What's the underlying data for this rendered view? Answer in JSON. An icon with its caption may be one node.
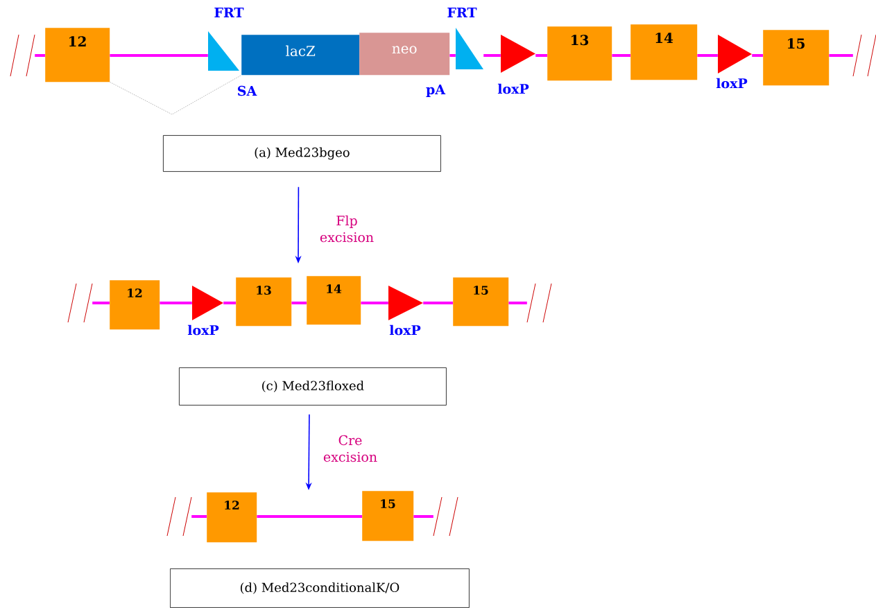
{
  "diagram": {
    "nodes": [
      {
        "text": [],
        "shape": "slash"
      },
      {
        "text": [
          "12"
        ]
      },
      {
        "text": [],
        "shape": "triangle",
        "beside": [
          "FRT"
        ]
      },
      {
        "text": [
          "lacZ"
        ],
        "beside": [
          "SA"
        ]
      },
      {
        "text": [
          "neo"
        ],
        "beside": [
          "pA"
        ]
      },
      {
        "text": [],
        "shape": "triangle",
        "beside": [
          "FRT"
        ]
      },
      {
        "text": [],
        "shape": "triangle",
        "beside": [
          "loxP"
        ]
      },
      {
        "text": [
          "13"
        ]
      },
      {
        "text": [
          "14"
        ]
      },
      {
        "text": [],
        "shape": "triangle",
        "beside": [
          "loxP"
        ]
      },
      {
        "text": [
          "15"
        ]
      },
      {
        "text": [],
        "shape": "slash"
      },
      {
        "text": [
          "(a) Med23bgeo"
        ]
      },
      {
        "text": [],
        "shape": "slash"
      },
      {
        "text": [
          "12"
        ]
      },
      {
        "text": [],
        "shape": "triangle",
        "beside": [
          "loxP"
        ]
      },
      {
        "text": [
          "13"
        ]
      },
      {
        "text": [
          "14"
        ]
      },
      {
        "text": [],
        "shape": "triangle",
        "beside": [
          "loxP"
        ]
      },
      {
        "text": [
          "15"
        ]
      },
      {
        "text": [],
        "shape": "slash"
      },
      {
        "text": [
          "(c) Med23floxed"
        ]
      },
      {
        "text": [],
        "shape": "slash"
      },
      {
        "text": [
          "12"
        ]
      },
      {
        "text": [
          "15"
        ]
      },
      {
        "text": [],
        "shape": "slash"
      },
      {
        "text": [
          "(d) Med23conditionalK/O"
        ]
      }
    ],
    "edges": [
      {
        "from": 0,
        "to": 1,
        "arrow": "none"
      },
      {
        "from": 1,
        "to": 2,
        "arrow": "none"
      },
      {
        "from": 4,
        "to": 5,
        "arrow": "none"
      },
      {
        "from": 5,
        "to": 6,
        "arrow": "none"
      },
      {
        "from": 6,
        "to": 7,
        "arrow": "none"
      },
      {
        "from": 7,
        "to": 8,
        "arrow": "none"
      },
      {
        "from": 8,
        "to": 9,
        "arrow": "none"
      },
      {
        "from": 9,
        "to": 10,
        "arrow": "none"
      },
      {
        "from": 10,
        "to": 11,
        "arrow": "none"
      },
      {
        "from": 13,
        "to": 14,
        "arrow": "none"
      },
      {
        "from": 14,
        "to": 15,
        "arrow": "none"
      },
      {
        "from": 15,
        "to": 16,
        "arrow": "none"
      },
      {
        "from": 16,
        "to": 17,
        "arrow": "none"
      },
      {
        "from": 17,
        "to": 18,
        "arrow": "none"
      },
      {
        "from": 18,
        "to": 19,
        "arrow": "none"
      },
      {
        "from": 19,
        "to": 20,
        "arrow": "none"
      },
      {
        "from": 22,
        "to": 23,
        "arrow": "none"
      },
      {
        "from": 23,
        "to": 24,
        "arrow": "none"
      },
      {
        "from": 24,
        "to": 25,
        "arrow": "none"
      },
      {
        "from": 1,
        "to": 3,
        "arrow": "none",
        "style": "dashed",
        "color": "#a0a0a0"
      },
      {
        "from": 12,
        "to": null,
        "arrow": "to",
        "label": "Flp excision",
        "color": "#0000ff"
      },
      {
        "from": 21,
        "to": null,
        "arrow": "to",
        "label": "Cre excision",
        "color": "#0000ff"
      }
    ]
  }
}
